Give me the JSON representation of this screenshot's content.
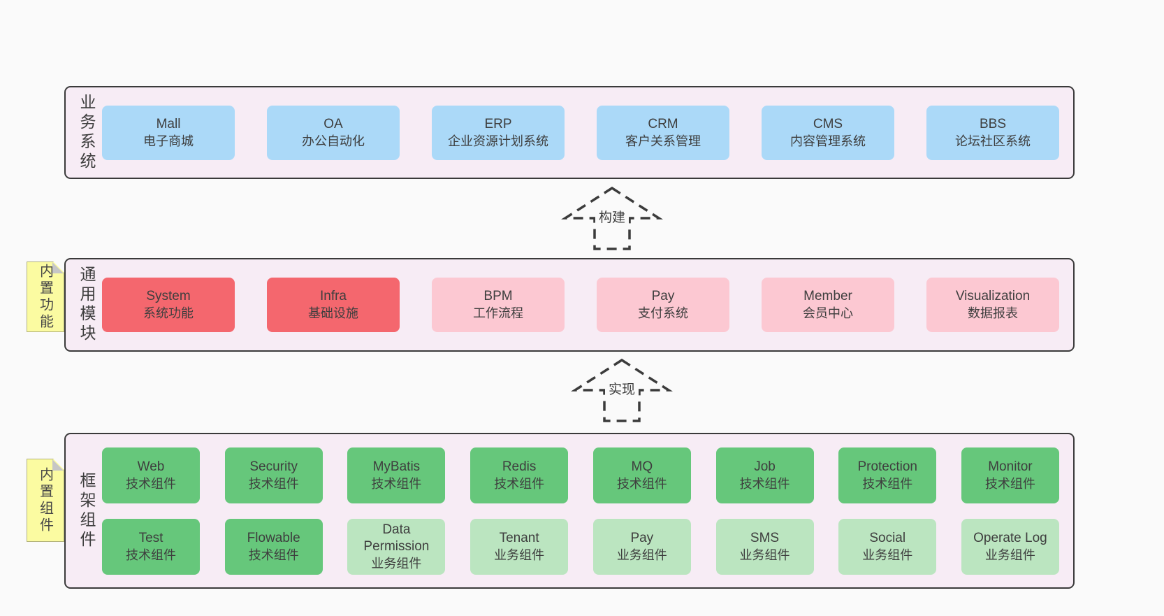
{
  "colors": {
    "page_bg": "#fafafa",
    "panel_bg": "#f7ecf5",
    "panel_border": "#3a3a3a",
    "blue_box": "#abd9f8",
    "red_box": "#f4676e",
    "pink_box": "#fcc8d2",
    "green_box": "#66c77b",
    "light_green_box": "#bbe5c0",
    "sticky_yellow": "#fbfba1",
    "sticky_fold_gray": "#c6c6c6",
    "text": "#3e3e3e"
  },
  "business": {
    "label": "业务系统",
    "boxes": [
      {
        "name": "Mall",
        "desc": "电子商城",
        "variant": "blue"
      },
      {
        "name": "OA",
        "desc": "办公自动化",
        "variant": "blue"
      },
      {
        "name": "ERP",
        "desc": "企业资源计划系统",
        "variant": "blue"
      },
      {
        "name": "CRM",
        "desc": "客户关系管理",
        "variant": "blue"
      },
      {
        "name": "CMS",
        "desc": "内容管理系统",
        "variant": "blue"
      },
      {
        "name": "BBS",
        "desc": "论坛社区系统",
        "variant": "blue"
      }
    ]
  },
  "arrows": {
    "build": {
      "label": "构建"
    },
    "implement": {
      "label": "实现"
    }
  },
  "common": {
    "label": "通用模块",
    "sticky": "内置功能",
    "boxes": [
      {
        "name": "System",
        "desc": "系统功能",
        "variant": "red"
      },
      {
        "name": "Infra",
        "desc": "基础设施",
        "variant": "red"
      },
      {
        "name": "BPM",
        "desc": "工作流程",
        "variant": "pink"
      },
      {
        "name": "Pay",
        "desc": "支付系统",
        "variant": "pink"
      },
      {
        "name": "Member",
        "desc": "会员中心",
        "variant": "pink"
      },
      {
        "name": "Visualization",
        "desc": "数据报表",
        "variant": "pink"
      }
    ]
  },
  "framework": {
    "label": "框架组件",
    "sticky": "内置组件",
    "row1": [
      {
        "name": "Web",
        "desc": "技术组件",
        "variant": "green"
      },
      {
        "name": "Security",
        "desc": "技术组件",
        "variant": "green"
      },
      {
        "name": "MyBatis",
        "desc": "技术组件",
        "variant": "green"
      },
      {
        "name": "Redis",
        "desc": "技术组件",
        "variant": "green"
      },
      {
        "name": "MQ",
        "desc": "技术组件",
        "variant": "green"
      },
      {
        "name": "Job",
        "desc": "技术组件",
        "variant": "green"
      },
      {
        "name": "Protection",
        "desc": "技术组件",
        "variant": "green"
      },
      {
        "name": "Monitor",
        "desc": "技术组件",
        "variant": "green"
      }
    ],
    "row2": [
      {
        "name": "Test",
        "desc": "技术组件",
        "variant": "green"
      },
      {
        "name": "Flowable",
        "desc": "技术组件",
        "variant": "green"
      },
      {
        "name": "Data Permission",
        "desc": "业务组件",
        "variant": "light-green"
      },
      {
        "name": "Tenant",
        "desc": "业务组件",
        "variant": "light-green"
      },
      {
        "name": "Pay",
        "desc": "业务组件",
        "variant": "light-green"
      },
      {
        "name": "SMS",
        "desc": "业务组件",
        "variant": "light-green"
      },
      {
        "name": "Social",
        "desc": "业务组件",
        "variant": "light-green"
      },
      {
        "name": "Operate Log",
        "desc": "业务组件",
        "variant": "light-green"
      }
    ]
  }
}
